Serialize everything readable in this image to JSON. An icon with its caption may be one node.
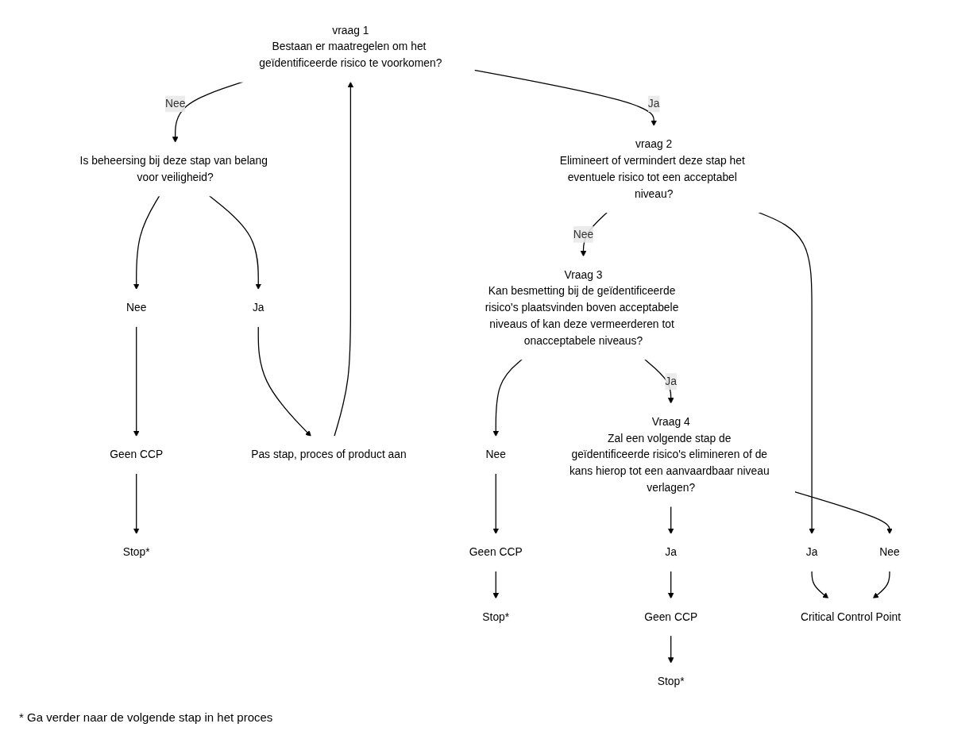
{
  "diagram": {
    "nodes": [
      {
        "text": [
          "vraag 1",
          "Bestaan er maatregelen om het geïdentificeerde risico te voorkomen?"
        ]
      },
      {
        "text": [
          "Is beheersing bij deze stap van belang voor veiligheid?"
        ]
      },
      {
        "text": [
          "Nee"
        ]
      },
      {
        "text": [
          "Geen CCP"
        ]
      },
      {
        "text": [
          "Stop*"
        ]
      },
      {
        "text": [
          "Ja"
        ]
      },
      {
        "text": [
          "Pas stap, proces of product aan"
        ]
      },
      {
        "text": [
          "vraag 2",
          "Elimineert of vermindert deze stap het eventuele risico tot een acceptabel niveau?"
        ]
      },
      {
        "text": [
          "Ja"
        ]
      },
      {
        "text": [
          "Vraag 3",
          "Kan besmetting bij de geïdentificeerde risico's plaatsvinden boven acceptabele niveaus of kan deze vermeerderen tot onacceptabele niveaus?"
        ]
      },
      {
        "text": [
          "Nee"
        ]
      },
      {
        "text": [
          "Geen CCP"
        ]
      },
      {
        "text": [
          "Stop*"
        ]
      },
      {
        "text": [
          "Vraag 4",
          "Zal een volgende stap de geïdentificeerde risico's elimineren of de kans hierop tot een aanvaardbaar niveau verlagen?"
        ]
      },
      {
        "text": [
          "Ja"
        ]
      },
      {
        "text": [
          "Geen CCP"
        ]
      },
      {
        "text": [
          "Stop*"
        ]
      },
      {
        "text": [
          "Nee"
        ]
      },
      {
        "text": [
          "Critical Control Point"
        ]
      }
    ],
    "edges": [
      {
        "from": 0,
        "to": 1,
        "label": "Nee",
        "arrow": "to"
      },
      {
        "from": 1,
        "to": 2,
        "arrow": "to"
      },
      {
        "from": 2,
        "to": 3,
        "arrow": "to"
      },
      {
        "from": 3,
        "to": 4,
        "arrow": "to"
      },
      {
        "from": 1,
        "to": 5,
        "arrow": "to"
      },
      {
        "from": 5,
        "to": 6,
        "arrow": "to"
      },
      {
        "from": 6,
        "to": 0,
        "arrow": "to"
      },
      {
        "from": 0,
        "to": 7,
        "label": "Ja",
        "arrow": "to"
      },
      {
        "from": 7,
        "to": 9,
        "label": "Nee",
        "arrow": "to"
      },
      {
        "from": 7,
        "to": 8,
        "arrow": "to"
      },
      {
        "from": 8,
        "to": 18,
        "arrow": "to"
      },
      {
        "from": 9,
        "to": 13,
        "label": "Ja",
        "arrow": "to"
      },
      {
        "from": 9,
        "to": 10,
        "arrow": "to"
      },
      {
        "from": 10,
        "to": 11,
        "arrow": "to"
      },
      {
        "from": 11,
        "to": 12,
        "arrow": "to"
      },
      {
        "from": 13,
        "to": 14,
        "arrow": "to"
      },
      {
        "from": 14,
        "to": 15,
        "arrow": "to"
      },
      {
        "from": 15,
        "to": 16,
        "arrow": "to"
      },
      {
        "from": 13,
        "to": 17,
        "arrow": "to"
      },
      {
        "from": 17,
        "to": 18,
        "arrow": "to"
      }
    ],
    "labels": [
      "* Ga verder naar de volgende stap in het proces"
    ]
  }
}
